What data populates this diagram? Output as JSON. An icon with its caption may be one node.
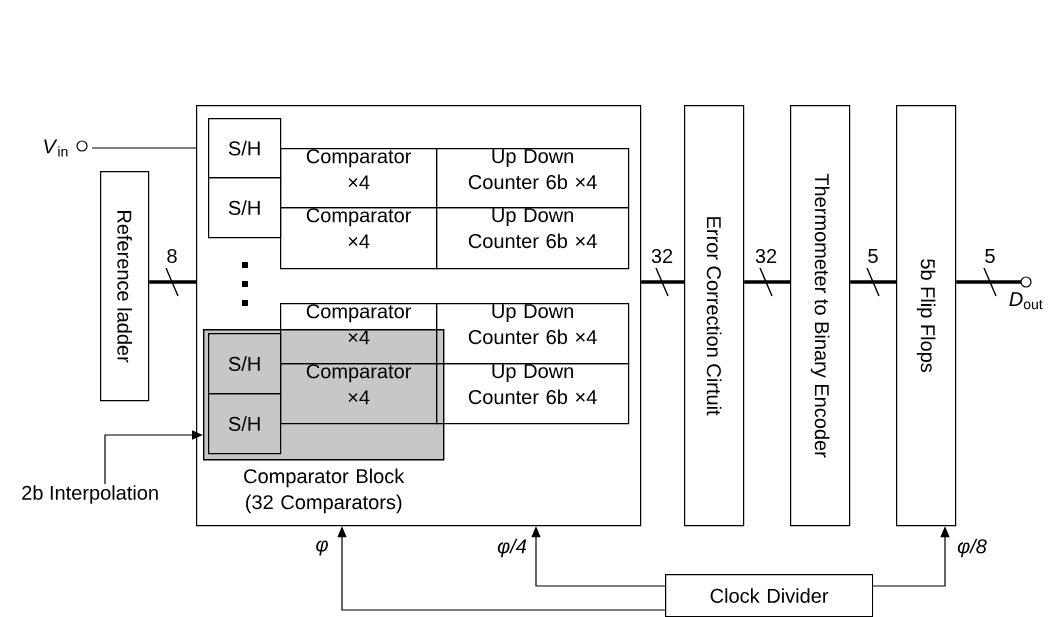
{
  "diagram": {
    "nodes": [
      {
        "text": [
          "*V*$_{in}$"
        ]
      },
      {
        "text": [
          "Reference ladder"
        ]
      },
      {
        "text": [],
        "shape": "box"
      },
      {
        "text": [
          "S/H"
        ],
        "in": 2
      },
      {
        "text": [
          "Comparator ×4"
        ],
        "in": 2
      },
      {
        "text": [
          "Up Down Counter 6b ×4"
        ],
        "in": 2
      },
      {
        "text": [
          "S/H"
        ],
        "in": 2
      },
      {
        "text": [
          "Comparator ×4"
        ],
        "in": 2
      },
      {
        "text": [
          "Up Down Counter 6b ×4"
        ],
        "in": 2
      },
      {
        "text": [
          "Comparator ×4"
        ],
        "in": 2
      },
      {
        "text": [
          "Up Down Counter 6b ×4"
        ],
        "in": 2
      },
      {
        "text": [
          "Comparator Block (32 Comparators)"
        ],
        "in": 2
      },
      {
        "text": [
          "S/H"
        ],
        "in": 11
      },
      {
        "text": [
          "S/H"
        ],
        "in": 11
      },
      {
        "text": [
          "Comparator ×4"
        ],
        "in": 11
      },
      {
        "text": [
          "Up Down Counter 6b ×4"
        ],
        "in": 2
      },
      {
        "text": [
          "Error Correction Cirtuit"
        ]
      },
      {
        "text": [
          "Thermometer to Binary Encoder"
        ]
      },
      {
        "text": [
          "5b Flip Flops"
        ]
      },
      {
        "text": [
          "*D*$_{out}$"
        ]
      },
      {
        "text": [
          "2b Interpolation"
        ]
      },
      {
        "text": [
          "Clock Divider"
        ]
      }
    ],
    "edges": [
      {
        "from": 0,
        "to": 2,
        "arrow": "none"
      },
      {
        "from": 1,
        "to": 2,
        "arrow": "none",
        "label": "8",
        "style": "thick"
      },
      {
        "from": 2,
        "to": 16,
        "arrow": "none",
        "label": "32",
        "style": "thick"
      },
      {
        "from": 16,
        "to": 17,
        "arrow": "none",
        "label": "32",
        "style": "thick"
      },
      {
        "from": 17,
        "to": 18,
        "arrow": "none",
        "label": "5",
        "style": "thick"
      },
      {
        "from": 18,
        "to": 19,
        "arrow": "none",
        "label": "5",
        "style": "thick"
      },
      {
        "from": 20,
        "to": 11,
        "arrow": "to"
      },
      {
        "from": 21,
        "to": 2,
        "arrow": "to",
        "label": "φ"
      },
      {
        "from": 21,
        "to": 2,
        "arrow": "to",
        "label": "φ/4"
      },
      {
        "from": 21,
        "to": 18,
        "arrow": "to",
        "label": "φ/8"
      }
    ]
  }
}
